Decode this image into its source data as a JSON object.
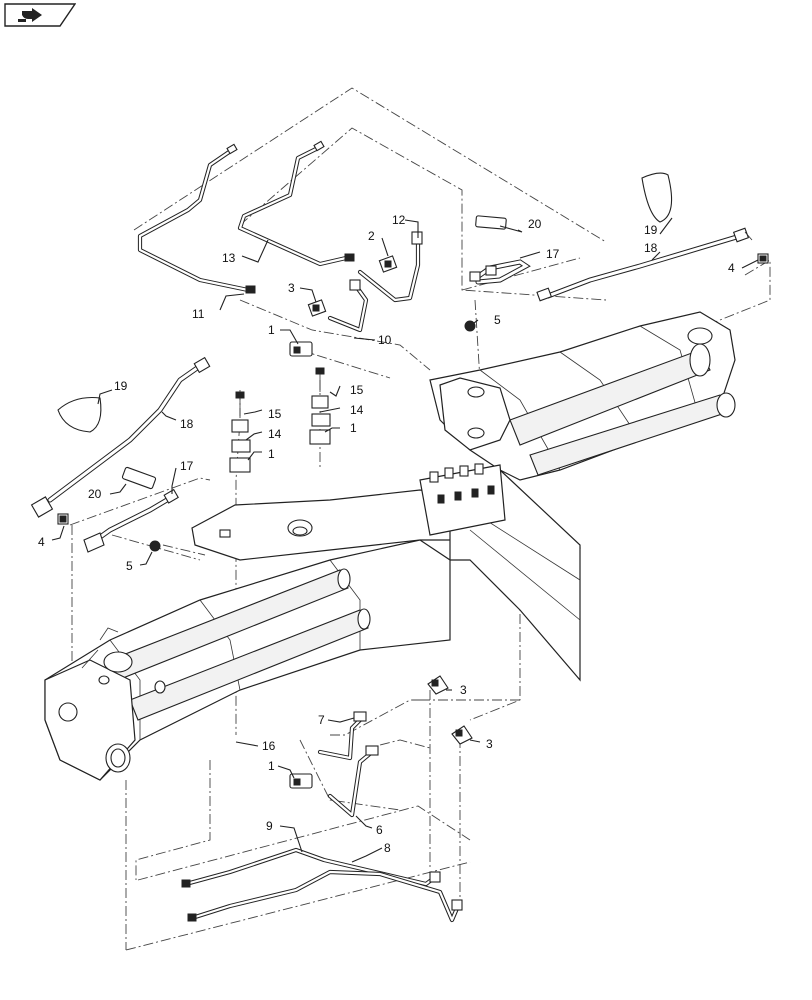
{
  "nav_icon": "page-arrow-icon",
  "callouts": [
    {
      "id": "c12a",
      "text": "12"
    },
    {
      "id": "c20a",
      "text": "20"
    },
    {
      "id": "c2a",
      "text": "2"
    },
    {
      "id": "c13a",
      "text": "13"
    },
    {
      "id": "c17a",
      "text": "17"
    },
    {
      "id": "c19a",
      "text": "19"
    },
    {
      "id": "c18a",
      "text": "18"
    },
    {
      "id": "c4a",
      "text": "4"
    },
    {
      "id": "c3a",
      "text": "3"
    },
    {
      "id": "c5a",
      "text": "5"
    },
    {
      "id": "c11",
      "text": "11"
    },
    {
      "id": "c10",
      "text": "10"
    },
    {
      "id": "c1a",
      "text": "1"
    },
    {
      "id": "c15a",
      "text": "15"
    },
    {
      "id": "c14a",
      "text": "14"
    },
    {
      "id": "c1b",
      "text": "1"
    },
    {
      "id": "c19b",
      "text": "19"
    },
    {
      "id": "c18b",
      "text": "18"
    },
    {
      "id": "c15b",
      "text": "15"
    },
    {
      "id": "c14b",
      "text": "14"
    },
    {
      "id": "c1c",
      "text": "1"
    },
    {
      "id": "c17b",
      "text": "17"
    },
    {
      "id": "c20b",
      "text": "20"
    },
    {
      "id": "c4b",
      "text": "4"
    },
    {
      "id": "c5b",
      "text": "5"
    },
    {
      "id": "c3b",
      "text": "3"
    },
    {
      "id": "c7",
      "text": "7"
    },
    {
      "id": "c3c",
      "text": "3"
    },
    {
      "id": "c16",
      "text": "16"
    },
    {
      "id": "c1d",
      "text": "1"
    },
    {
      "id": "c6",
      "text": "6"
    },
    {
      "id": "c9",
      "text": "9"
    },
    {
      "id": "c8",
      "text": "8"
    }
  ]
}
